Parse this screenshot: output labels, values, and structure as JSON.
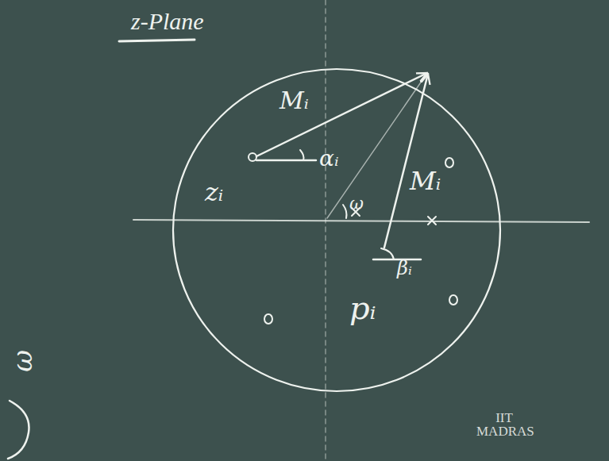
{
  "diagram": {
    "title": "z-Plane",
    "labels": [
      "Mᵢ",
      "αᵢ",
      "zᵢ",
      "ω",
      "Mᵢ",
      "βᵢ",
      "pᵢ",
      "ω",
      "IIT MADRAS"
    ]
  }
}
